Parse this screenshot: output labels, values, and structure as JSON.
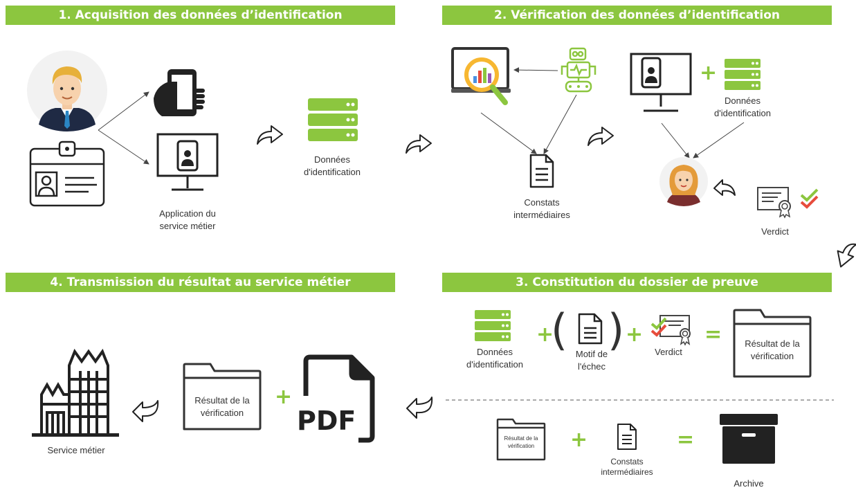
{
  "colors": {
    "accent": "#8cc63f",
    "dark": "#222222",
    "text": "#333333",
    "verdict_red": "#e74c3c"
  },
  "sections": {
    "s1": {
      "title": "1. Acquisition des données d’identification"
    },
    "s2": {
      "title": "2. Vérification des données d’identification"
    },
    "s3": {
      "title": "3. Constitution du dossier de preuve"
    },
    "s4": {
      "title": "4. Transmission du résultat au service métier"
    }
  },
  "labels": {
    "app_service": "Application du\nservice métier",
    "donnees_1": "Données\nd'identification",
    "constats_2": "Constats\nintermédiaires",
    "donnees_2": "Données\nd'identification",
    "verdict_2": "Verdict",
    "donnees_3": "Données\nd'identification",
    "motif_3": "Motif de\nl'échec",
    "verdict_3": "Verdict",
    "resultat_3": "Résultat de la\nvérification",
    "resultat_small_3": "Résultat de la\nvérification",
    "constats_3": "Constats\nintermédiaires",
    "archive_3": "Archive",
    "resultat_4": "Résultat de la\nvérification",
    "pdf_4": "PDF",
    "service_4": "Service métier"
  },
  "symbols": {
    "plus": "+",
    "equals": "=",
    "open_paren": "(",
    "close_paren": ")"
  },
  "icons": [
    "user-avatar-icon",
    "id-card-icon",
    "smartphone-hand-icon",
    "computer-id-icon",
    "database-icon",
    "forward-arrow-icon",
    "laptop-analytics-icon",
    "robot-icon",
    "document-icon",
    "female-agent-icon",
    "certificate-icon",
    "checkmark-icon",
    "folder-icon",
    "archive-box-icon",
    "pdf-file-icon",
    "building-icon",
    "return-arrow-icon"
  ]
}
